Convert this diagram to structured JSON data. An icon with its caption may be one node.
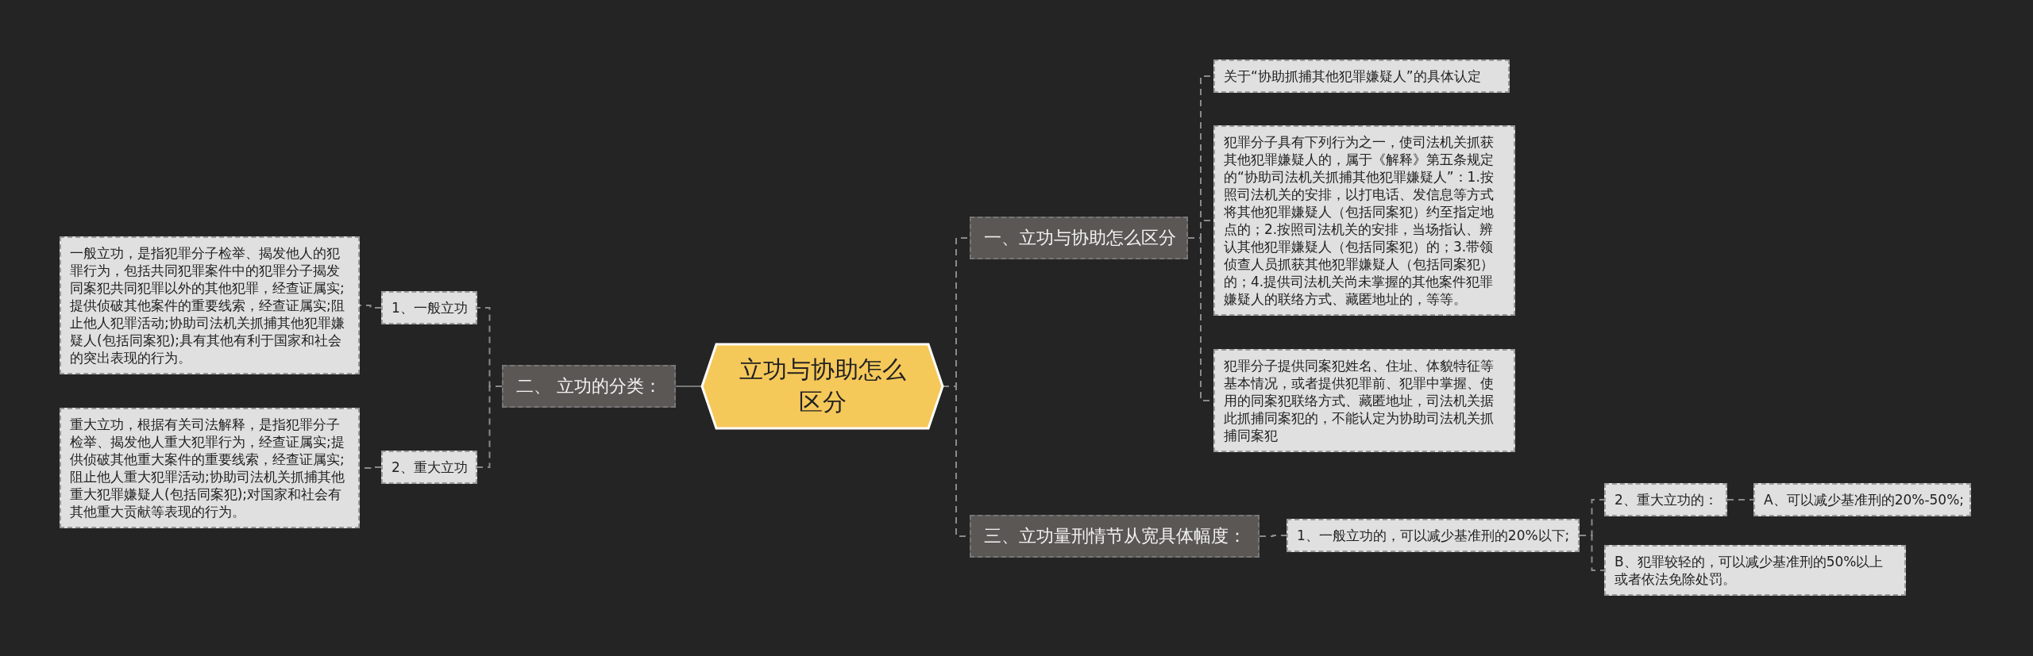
{
  "diagram": {
    "nodes": [
      {
        "text": [
          "立功与协助怎么区分"
        ]
      },
      {
        "text": [
          "二、 立功的分类："
        ]
      },
      {
        "text": [
          "1、一般立功"
        ]
      },
      {
        "text": [
          "一般立功，是指犯罪分子检举、揭发他人的犯罪行为，包括共同犯罪案件中的犯罪分子揭发同案犯共同犯罪以外的其他犯罪，经查证属实;提供侦破其他案件的重要线索，经查证属实;阻止他人犯罪活动;协助司法机关抓捕其他犯罪嫌疑人(包括同案犯);具有其他有利于国家和社会的突出表现的行为。"
        ]
      },
      {
        "text": [
          "2、重大立功"
        ]
      },
      {
        "text": [
          "重大立功，根据有关司法解释，是指犯罪分子检举、揭发他人重大犯罪行为，经查证属实;提供侦破其他重大案件的重要线索，经查证属实;阻止他人重大犯罪活动;协助司法机关抓捕其他重大犯罪嫌疑人(包括同案犯);对国家和社会有其他重大贡献等表现的行为。"
        ]
      },
      {
        "text": [
          "一、立功与协助怎么区分"
        ]
      },
      {
        "text": [
          "关于“协助抓捕其他犯罪嫌疑人”的具体认定"
        ]
      },
      {
        "text": [
          "犯罪分子具有下列行为之一，使司法机关抓获其他犯罪嫌疑人的，属于《解释》第五条规定的“协助司法机关抓捕其他犯罪嫌疑人”：1.按照司法机关的安排，以打电话、发信息等方式将其他犯罪嫌疑人（包括同案犯）约至指定地点的；2.按照司法机关的安排，当场指认、辨认其他犯罪嫌疑人（包括同案犯）的；3.带领侦查人员抓获其他犯罪嫌疑人（包括同案犯）的；4.提供司法机关尚未掌握的其他案件犯罪嫌疑人的联络方式、藏匿地址的，等等。"
        ]
      },
      {
        "text": [
          "犯罪分子提供同案犯姓名、住址、体貌特征等基本情况，或者提供犯罪前、犯罪中掌握、使用的同案犯联络方式、藏匿地址，司法机关据此抓捕同案犯的，不能认定为协助司法机关抓捕同案犯"
        ]
      },
      {
        "text": [
          "三、立功量刑情节从宽具体幅度："
        ]
      },
      {
        "text": [
          "1、一般立功的，可以减少基准刑的20%以下;"
        ]
      },
      {
        "text": [
          "2、重大立功的："
        ]
      },
      {
        "text": [
          "A、可以减少基准刑的20%-50%;"
        ]
      },
      {
        "text": [
          "B、犯罪较轻的，可以减少基准刑的50%以上或者依法免除处罚。"
        ]
      }
    ],
    "edges": [
      {
        "from": 0,
        "to": 1,
        "arrow": "none"
      },
      {
        "from": 1,
        "to": 2,
        "arrow": "none",
        "style": "dashed"
      },
      {
        "from": 2,
        "to": 3,
        "arrow": "none",
        "style": "dashed"
      },
      {
        "from": 1,
        "to": 4,
        "arrow": "none",
        "style": "dashed"
      },
      {
        "from": 4,
        "to": 5,
        "arrow": "none",
        "style": "dashed"
      },
      {
        "from": 0,
        "to": 6,
        "arrow": "none",
        "style": "dashed"
      },
      {
        "from": 6,
        "to": 7,
        "arrow": "none",
        "style": "dashed"
      },
      {
        "from": 6,
        "to": 8,
        "arrow": "none",
        "style": "dashed"
      },
      {
        "from": 6,
        "to": 9,
        "arrow": "none",
        "style": "dashed"
      },
      {
        "from": 0,
        "to": 10,
        "arrow": "none",
        "style": "dashed"
      },
      {
        "from": 10,
        "to": 11,
        "arrow": "none",
        "style": "dashed"
      },
      {
        "from": 11,
        "to": 12,
        "arrow": "none",
        "style": "dashed"
      },
      {
        "from": 12,
        "to": 13,
        "arrow": "none",
        "style": "dashed"
      },
      {
        "from": 11,
        "to": 14,
        "arrow": "none",
        "style": "dashed"
      }
    ]
  }
}
